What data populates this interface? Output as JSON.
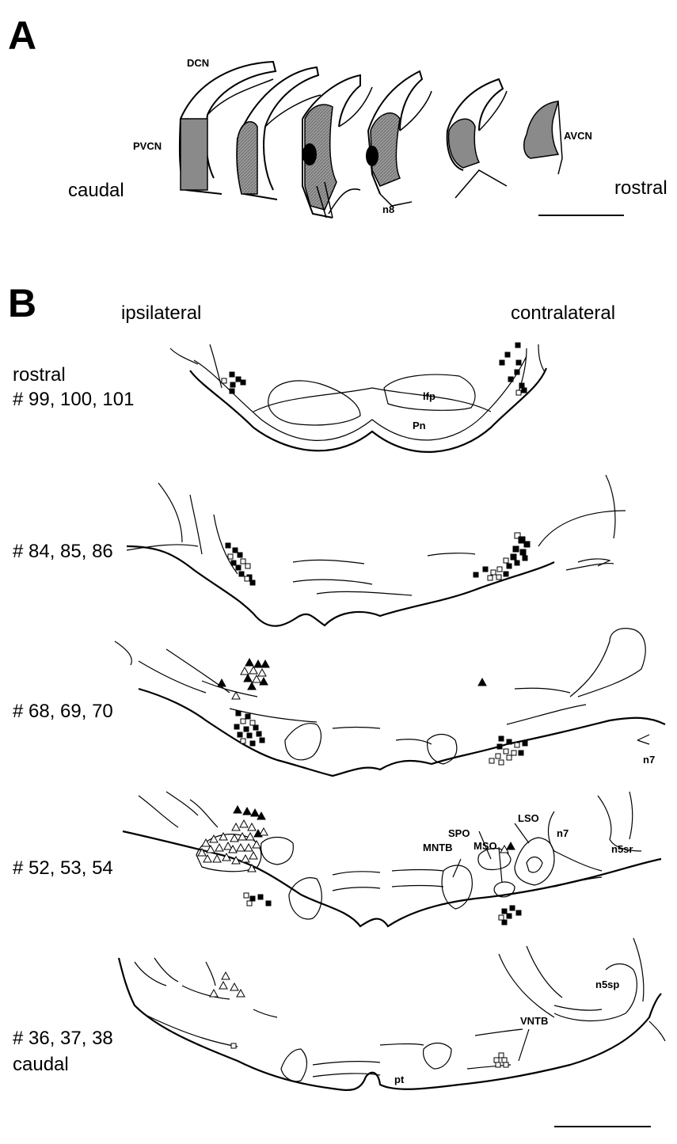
{
  "panel_a": {
    "letter": "A",
    "caudal": "caudal",
    "rostral": "rostral",
    "labels": {
      "dcn": "DCN",
      "pvcn": "PVCN",
      "avcn": "AVCN",
      "n8": "n8"
    }
  },
  "panel_b": {
    "letter": "B",
    "ipsilateral": "ipsilateral",
    "contralateral": "contralateral",
    "sections": [
      {
        "line1": "rostral",
        "line2": "# 99, 100, 101"
      },
      {
        "line1": "# 84, 85, 86",
        "line2": ""
      },
      {
        "line1": "# 68, 69, 70",
        "line2": ""
      },
      {
        "line1": "# 52, 53, 54",
        "line2": ""
      },
      {
        "line1": "# 36, 37, 38",
        "line2": "caudal"
      }
    ],
    "structures": {
      "lfp": "lfp",
      "pn": "Pn",
      "n7": "n7",
      "lso": "LSO",
      "spo": "SPO",
      "mso": "MSO",
      "mntb": "MNTB",
      "n5sr": "n5sr",
      "n5sp": "n5sp",
      "vntb": "VNTB",
      "pt": "pt"
    }
  },
  "colors": {
    "ink": "#000000",
    "shade": "#8a8a8a",
    "paper": "#ffffff"
  }
}
